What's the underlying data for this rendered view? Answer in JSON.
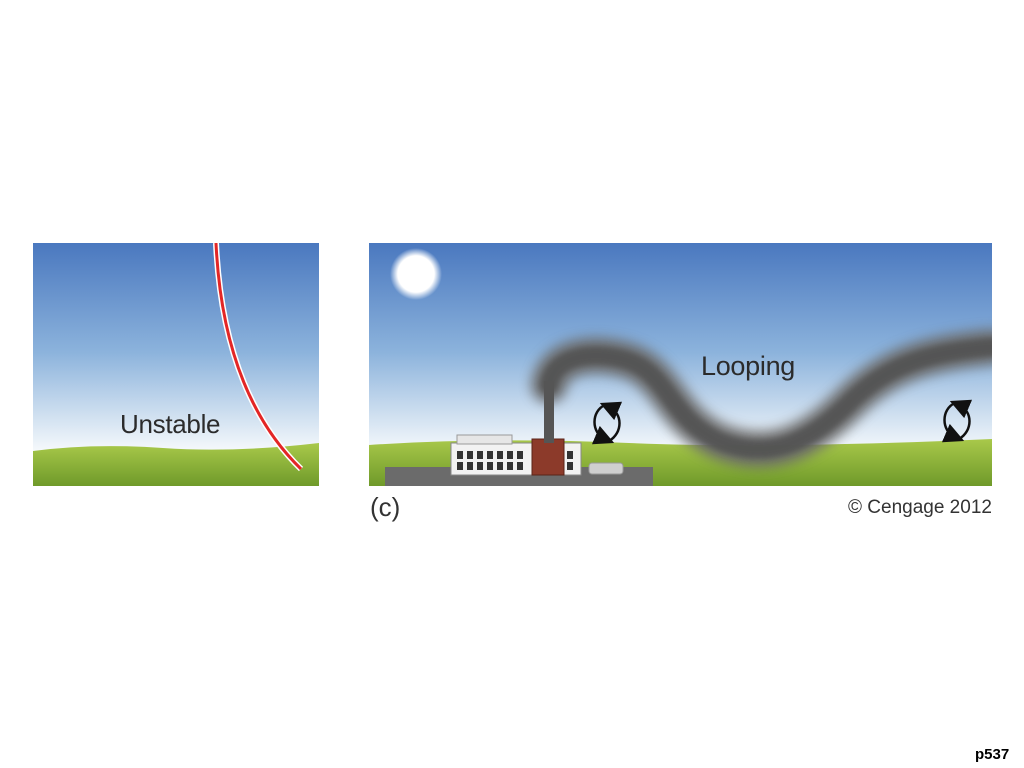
{
  "left_panel": {
    "stability_label": "Unstable"
  },
  "right_panel": {
    "plume_label": "Looping"
  },
  "figure_letter": "(c)",
  "copyright": "© Cengage 2012",
  "page_ref": "p537",
  "colors": {
    "sky_top": "#4a78bf",
    "sky_bottom": "#ffffff",
    "grass": "#8fb83a",
    "lapse_line": "#e32626",
    "smoke": "#5f5f5f",
    "chimney": "#555555",
    "brick": "#8c3a2a"
  },
  "icons": [
    "sun-icon",
    "chimney",
    "factory-building",
    "circulation-arrows-icon"
  ]
}
